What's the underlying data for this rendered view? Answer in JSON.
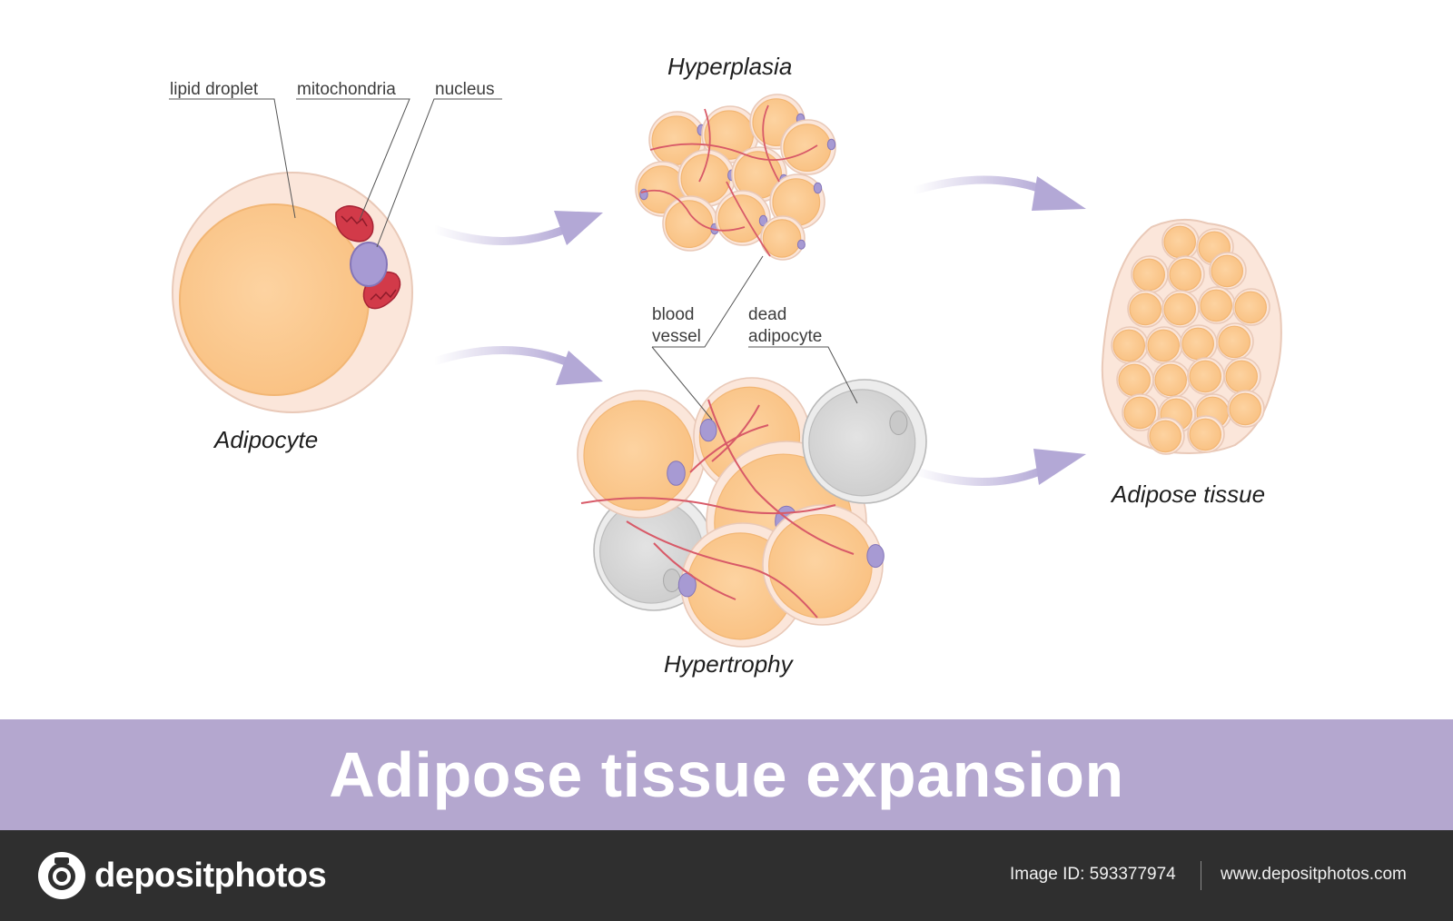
{
  "labels": {
    "lipid_droplet": "lipid droplet",
    "mitochondria": "mitochondria",
    "nucleus": "nucleus",
    "blood_vessel_line1": "blood",
    "blood_vessel_line2": "vessel",
    "dead_adipocyte_line1": "dead",
    "dead_adipocyte_line2": "adipocyte"
  },
  "titles": {
    "adipocyte": "Adipocyte",
    "hyperplasia": "Hyperplasia",
    "hypertrophy": "Hypertrophy",
    "adipose_tissue": "Adipose tissue"
  },
  "banner": {
    "title": "Adipose tissue expansion"
  },
  "footer": {
    "brand": "depositphotos",
    "image_id": "Image ID: 593377974",
    "url": "www.depositphotos.com"
  },
  "colors": {
    "banner": "#b4a7cf",
    "footer": "#2f2f2f",
    "lipid": "#fcc98c",
    "cytoplasm": "#fbe6da",
    "nucleus": "#a79ad3",
    "mitochondria": "#d23a49",
    "blood_vessel": "#d85a68",
    "dead_cell": "#d6d6d6",
    "arrow": "#b3a8d6"
  },
  "icons": [
    "camera-icon"
  ]
}
